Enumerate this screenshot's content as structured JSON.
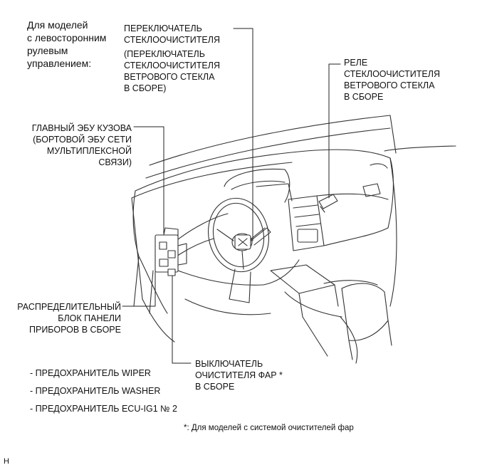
{
  "intro": "Для моделей\nс левосторонним\nрулевым\nуправлением:",
  "labels": {
    "wiper_switch": "ПЕРЕКЛЮЧАТЕЛЬ\nСТЕКЛООЧИСТИТЕЛЯ",
    "wiper_switch_sub": "(ПЕРЕКЛЮЧАТЕЛЬ\nСТЕКЛООЧИСТИТЕЛЯ\nВЕТРОВОГО СТЕКЛА\nВ СБОРЕ)",
    "wiper_relay": "РЕЛЕ\nСТЕКЛООЧИСТИТЕЛЯ\nВЕТРОВОГО СТЕКЛА\nВ СБОРЕ",
    "body_ecu": "ГЛАВНЫЙ ЭБУ КУЗОВА\n(БОРТОВОЙ ЭБУ СЕТИ\nМУЛЬТИПЛЕКСНОЙ\nСВЯЗИ)",
    "junction_block": "РАСПРЕДЕЛИТЕЛЬНЫЙ\nБЛОК ПАНЕЛИ\nПРИБОРОВ В СБОРЕ",
    "headlamp_cleaner_switch": "ВЫКЛЮЧАТЕЛЬ\nОЧИСТИТЕЛЯ ФАР *\nВ СБОРЕ"
  },
  "fuses": [
    "- ПРЕДОХРАНИТЕЛЬ WIPER",
    "- ПРЕДОХРАНИТЕЛЬ WASHER",
    "- ПРЕДОХРАНИТЕЛЬ ECU-IG1 № 2"
  ],
  "footnote": "*: Для моделей с системой очистителей фар",
  "figure_code": "H"
}
